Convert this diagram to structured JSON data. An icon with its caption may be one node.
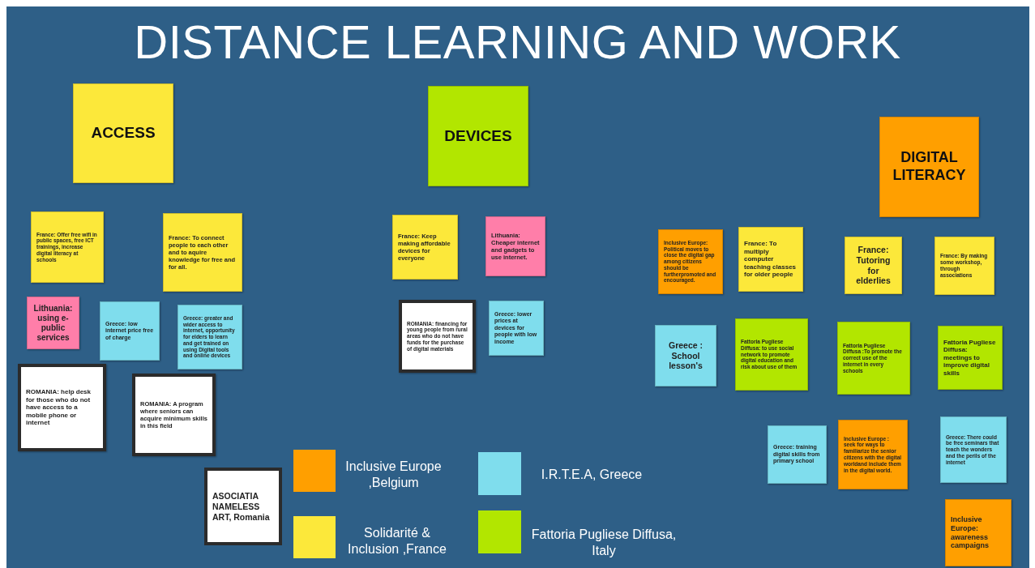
{
  "diagram": {
    "title": "DISTANCE LEARNING AND WORK",
    "nodes": [
      {
        "text": [
          "ACCESS"
        ]
      },
      {
        "text": [
          "DEVICES"
        ]
      },
      {
        "text": [
          "DIGITAL LITERACY"
        ]
      },
      {
        "text": [
          "France: Offer free wifi in public spaces, free ICT trainings, increase digital literacy at schools"
        ]
      },
      {
        "text": [
          "France: To connect people to each other and to aquire knowledge for free and for all."
        ]
      },
      {
        "text": [
          "Lithuania: using e-public services"
        ]
      },
      {
        "text": [
          "Greece: low internet price free of charge"
        ]
      },
      {
        "text": [
          "Greece: greater and wider access to internet, opportunity for elders to learn and get trained on using Digital tools and online devices"
        ]
      },
      {
        "text": [
          "ROMANIA: help desk for those who do not have access to a mobile phone or internet"
        ]
      },
      {
        "text": [
          "ROMANIA: A program where seniors can acquire minimum skills in this field"
        ]
      },
      {
        "text": [
          "France: Keep making affordable devices for everyone"
        ]
      },
      {
        "text": [
          "Lithuania: Cheaper internet and gadgets to use internet."
        ]
      },
      {
        "text": [
          "ROMANIA: financing for young people from rural areas who do not have funds for the purchase of digital materials"
        ]
      },
      {
        "text": [
          "Greece: lower prices at devices for people with low income"
        ]
      },
      {
        "text": [
          "Inclusive Europe: Political moves to close the digital gap among citizens should be furtherpromoted and encouraged."
        ]
      },
      {
        "text": [
          "France: To multiply computer teaching classes for older people"
        ]
      },
      {
        "text": [
          "France: Tutoring for elderlies"
        ]
      },
      {
        "text": [
          "France: By making some workshop, through associations"
        ]
      },
      {
        "text": [
          "Greece : School lesson's"
        ]
      },
      {
        "text": [
          "Fattoria Pugliese Diffusa: to use social network to promote digital education and risk about use of them"
        ]
      },
      {
        "text": [
          "Fattoria Pugliese Diffusa :To promote the correct use of the internet in every schools"
        ]
      },
      {
        "text": [
          "Fattoria Pugliese Diffusa: meetings to improve digital skills"
        ]
      },
      {
        "text": [
          "Greece: training digital skills from primary school"
        ]
      },
      {
        "text": [
          "Inclusive Europe : seek for ways to familiarize the senior citizens with the digital worldand include them in the digital world."
        ]
      },
      {
        "text": [
          "Greece: There could be free seminars that teach the wonders and the perils of the internet"
        ]
      },
      {
        "text": [
          "Inclusive Europe: awareness campaigns"
        ]
      }
    ],
    "legend": [
      {
        "text": "ASOCIATIA NAMELESS ART, Romania",
        "color": "#ffffff"
      },
      {
        "text": "Inclusive Europe ,Belgium",
        "color": "#ff9f00"
      },
      {
        "text": "I.R.T.E.A, Greece",
        "color": "#7fdded"
      },
      {
        "text": "Solidarité & Inclusion ,France",
        "color": "#fce83a"
      },
      {
        "text": "Fattoria Pugliese Diffusa, Italy",
        "color": "#b2e600"
      }
    ]
  }
}
